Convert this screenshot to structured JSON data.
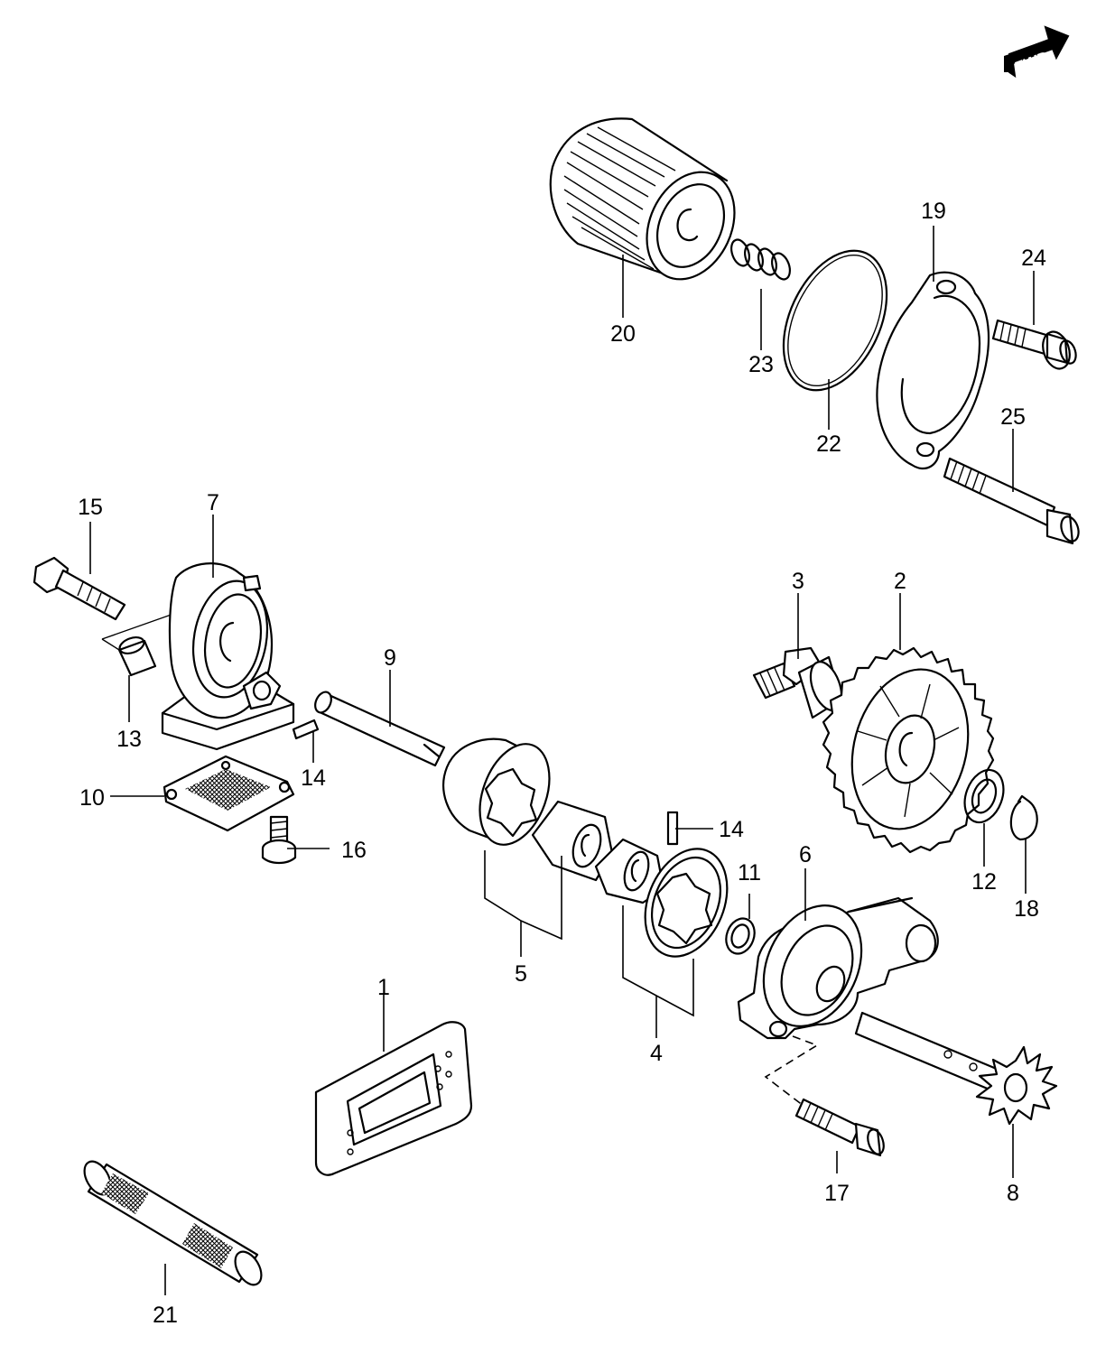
{
  "fwd_label": "FWD",
  "labels": {
    "p1": "1",
    "p2": "2",
    "p3": "3",
    "p4": "4",
    "p5": "5",
    "p6": "6",
    "p7": "7",
    "p8": "8",
    "p9": "9",
    "p10": "10",
    "p11": "11",
    "p12": "12",
    "p13": "13",
    "p14a": "14",
    "p14b": "14",
    "p15": "15",
    "p16": "16",
    "p17": "17",
    "p18": "18",
    "p19": "19",
    "p20": "20",
    "p21": "21",
    "p22": "22",
    "p23": "23",
    "p24": "24",
    "p25": "25"
  }
}
